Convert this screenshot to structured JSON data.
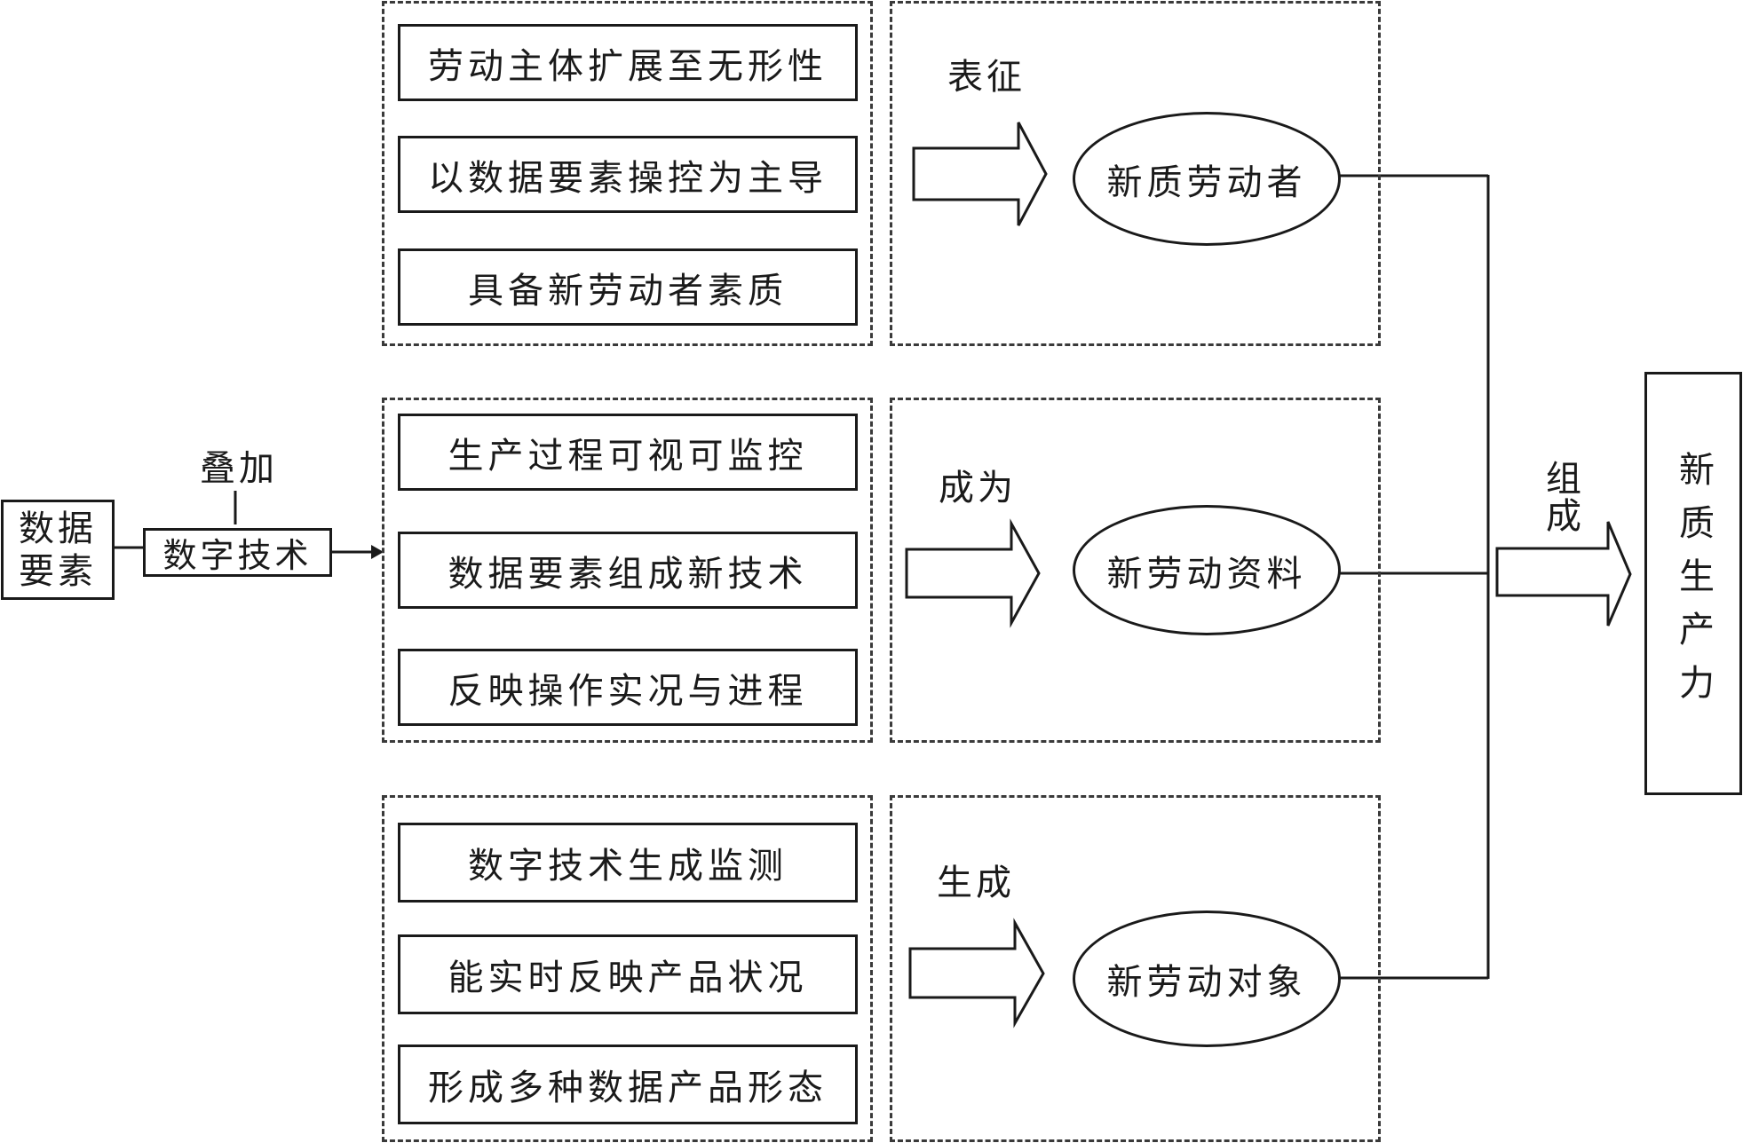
{
  "input": {
    "data_elements": "数据要素",
    "digital_tech": "数字技术",
    "overlay_label": "叠加"
  },
  "groups": [
    {
      "items": [
        "劳动主体扩展至无形性",
        "以数据要素操控为主导",
        "具备新劳动者素质"
      ],
      "arrow_label": "表征",
      "result": "新质劳动者"
    },
    {
      "items": [
        "生产过程可视可监控",
        "数据要素组成新技术",
        "反映操作实况与进程"
      ],
      "arrow_label": "成为",
      "result": "新劳动资料"
    },
    {
      "items": [
        "数字技术生成监测",
        "能实时反映产品状况",
        "形成多种数据产品形态"
      ],
      "arrow_label": "生成",
      "result": "新劳动对象"
    }
  ],
  "output": {
    "compose_label": "组成",
    "final": "新质生产力"
  }
}
